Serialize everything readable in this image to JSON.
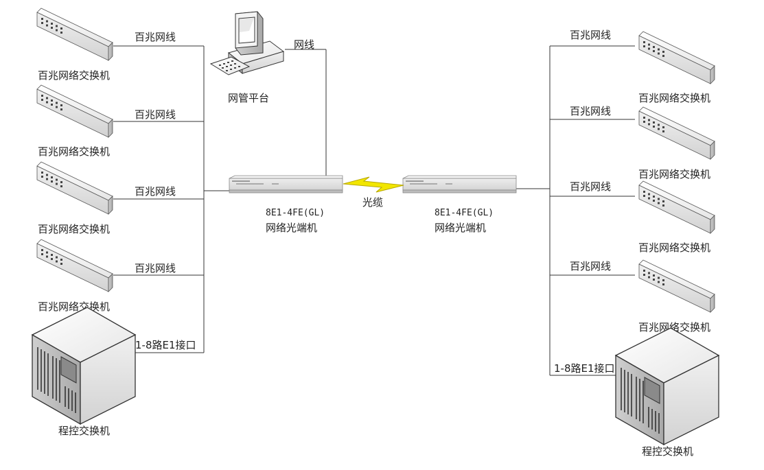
{
  "colors": {
    "line": "#333333",
    "device_light": "#f5f5f5",
    "device_mid": "#dcdcdc",
    "device_dark": "#b8b8b8",
    "fiber_bolt": "#f2e600",
    "fiber_bolt_edge": "#b8a800"
  },
  "left": {
    "switches": [
      {
        "label": "百兆网络交换机",
        "link_label": "百兆网线"
      },
      {
        "label": "百兆网络交换机",
        "link_label": "百兆网线"
      },
      {
        "label": "百兆网络交换机",
        "link_label": "百兆网线"
      },
      {
        "label": "百兆网络交换机",
        "link_label": "百兆网线"
      }
    ],
    "pbx": {
      "label": "程控交换机",
      "link_label": "1-8路E1接口"
    }
  },
  "right": {
    "switches": [
      {
        "label": "百兆网络交换机",
        "link_label": "百兆网线"
      },
      {
        "label": "百兆网络交换机",
        "link_label": "百兆网线"
      },
      {
        "label": "百兆网络交换机",
        "link_label": "百兆网线"
      },
      {
        "label": "百兆网络交换机",
        "link_label": "百兆网线"
      }
    ],
    "pbx": {
      "label": "程控交换机",
      "link_label": "1-8路E1接口"
    }
  },
  "nms": {
    "label": "网管平台",
    "link_label": "网线",
    "icon": "computer-icon"
  },
  "optical": {
    "left": {
      "model": "8E1-4FE(GL)",
      "name": "网络光端机"
    },
    "right": {
      "model": "8E1-4FE(GL)",
      "name": "网络光端机"
    },
    "cable_label": "光缆",
    "icon": "lightning-bolt-icon"
  }
}
